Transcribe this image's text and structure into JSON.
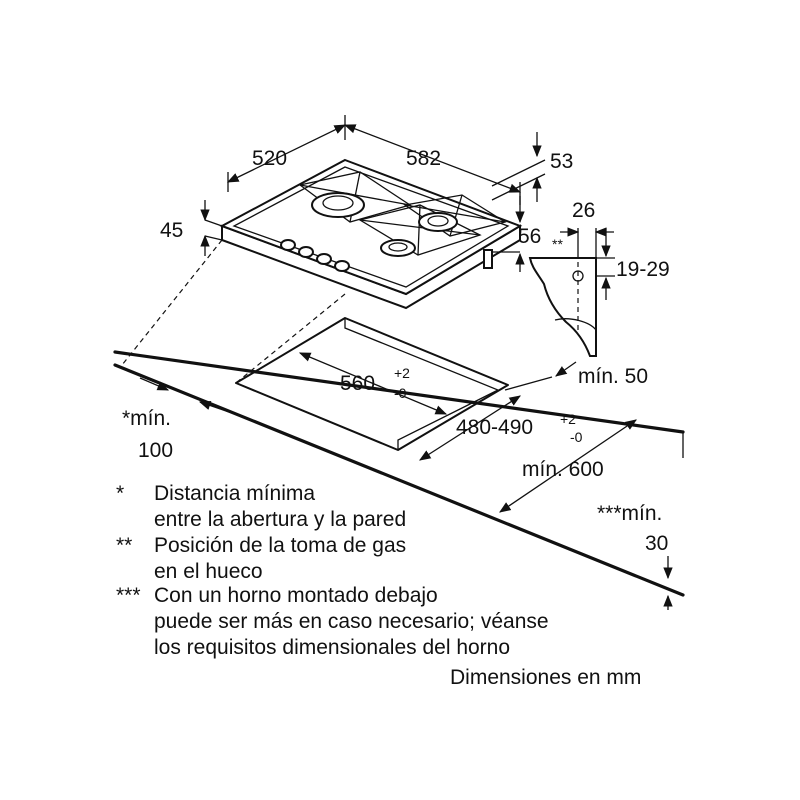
{
  "dimensions": {
    "width": "520",
    "depth": "582",
    "height": "45",
    "gas_offset_a": "53",
    "gas_offset_b": "56",
    "gas_marker": "**",
    "bracket_width": "26",
    "bracket_range": "19-29",
    "cutout_width": "560",
    "cutout_width_tol_plus": "+2",
    "cutout_width_tol_minus": "-0",
    "cutout_depth": "480-490",
    "cutout_depth_tol_plus": "+2",
    "cutout_depth_tol_minus": "-0",
    "min_front": "mín. 50",
    "min_depth": "mín. 600",
    "min_wall_label": "*mín.",
    "min_wall_value": "100",
    "min_oven_label": "***mín.",
    "min_oven_value": "30"
  },
  "notes": [
    {
      "mark": "*",
      "lines": [
        "Distancia mínima",
        "entre la abertura y la pared"
      ]
    },
    {
      "mark": "**",
      "lines": [
        "Posición de la toma de gas",
        "en el hueco"
      ]
    },
    {
      "mark": "***",
      "lines": [
        "Con un horno montado debajo",
        "puede ser más en caso necesario; véanse",
        "los requisitos dimensionales del horno"
      ]
    }
  ],
  "units_note": "Dimensiones en mm"
}
